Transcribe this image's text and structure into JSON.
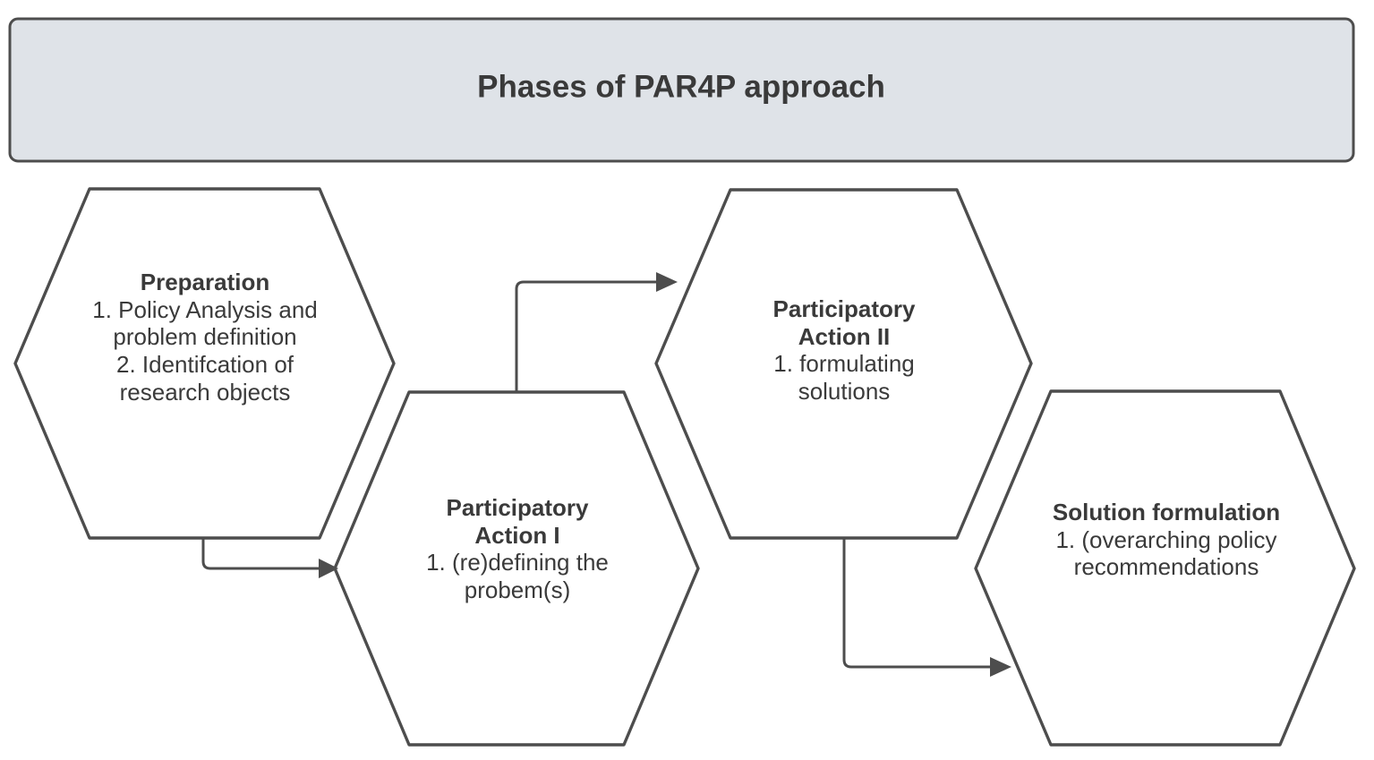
{
  "header": {
    "title": "Phases of PAR4P approach",
    "fill_color": "#dfe3e8",
    "border_color": "#4d4d4d",
    "text_color": "#3a3a3a"
  },
  "diagram": {
    "type": "flowchart",
    "orientation": "left-to-right",
    "node_shape": "hexagon",
    "connector_color": "#4d4d4d",
    "node_fill": "#ffffff",
    "node_border": "#4d4d4d",
    "nodes": [
      {
        "id": "preparation",
        "title": "Preparation",
        "body": "1. Policy Analysis and\nproblem definition\n2. Identifcation of\nresearch objects",
        "order": 1
      },
      {
        "id": "participatory-action-1",
        "title": "Participatory\nAction I",
        "body": "1. (re)defining the\nprobem(s)",
        "order": 2
      },
      {
        "id": "participatory-action-2",
        "title": "Participatory\nAction II",
        "body": "1. formulating\nsolutions",
        "order": 3
      },
      {
        "id": "solution-formulation",
        "title": "Solution formulation",
        "body": "1. (overarching policy\nrecommendations",
        "order": 4
      }
    ],
    "connectors": [
      {
        "id": "arrow-prep-to-pa1",
        "from": "preparation",
        "to": "participatory-action-1",
        "direction": "down-then-right"
      },
      {
        "id": "arrow-pa1-to-pa2",
        "from": "participatory-action-1",
        "to": "participatory-action-2",
        "direction": "up-then-right"
      },
      {
        "id": "arrow-pa2-to-solution",
        "from": "participatory-action-2",
        "to": "solution-formulation",
        "direction": "down-then-right"
      }
    ]
  }
}
